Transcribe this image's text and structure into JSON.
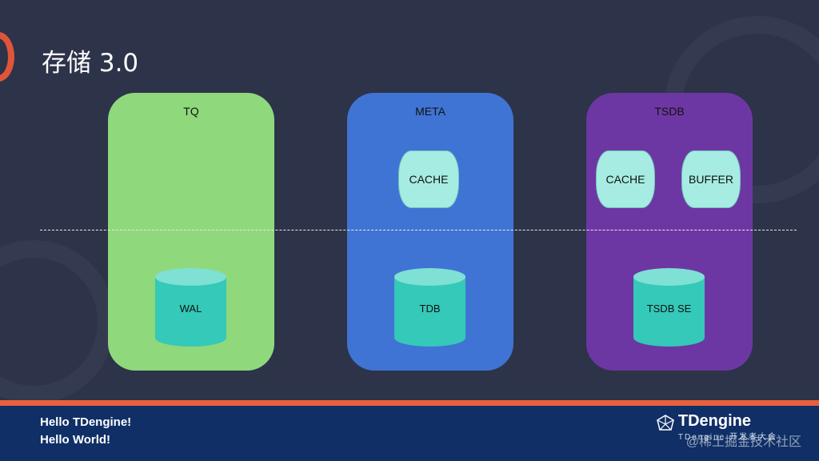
{
  "title": "存储 3.0",
  "panels": {
    "tq": {
      "label": "TQ",
      "db": "WAL"
    },
    "meta": {
      "label": "META",
      "cache": "CACHE",
      "db": "TDB"
    },
    "tsdb": {
      "label": "TSDB",
      "cache": "CACHE",
      "buffer": "BUFFER",
      "db": "TSDB SE"
    }
  },
  "footer": {
    "line1": "Hello TDengine!",
    "line2": "Hello World!",
    "brand_name": "TDengine",
    "brand_sub": "TDengine 开发者大会",
    "watermark": "@稀土掘金技术社区"
  },
  "colors": {
    "background": "#2d3349",
    "tq": "#8fd87c",
    "meta": "#3f74d4",
    "tsdb": "#6d37a3",
    "cache": "#a6ece2",
    "cylinder": "#34c9b8",
    "accent_orange": "#e8613c",
    "footer": "#0f2f66"
  }
}
